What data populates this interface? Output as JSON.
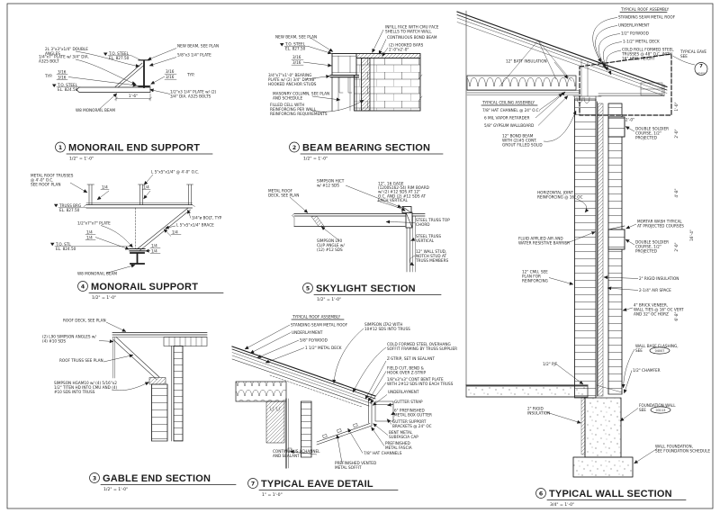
{
  "sheet": {
    "bg": "#ffffff",
    "ink": "#1d1d1d"
  },
  "d1": {
    "num": "1",
    "title": "MONORAIL END SUPPORT",
    "scale": "1/2\" = 1'-0\"",
    "angles": "2L 3\"x3\"x1/4\" DOUBLE\nANGLES",
    "plate_bolt": "1/4\"x7\" PLATE w/ 3/4\" DIA.\nA325 BOLT",
    "typ_l": "TYP.",
    "weld_a": "3/16",
    "weld_b": "3/16",
    "tos_hi": "T.O. STEEL\nEL. 827.50",
    "tos_lo": "T.O. STEEL\nEL. 824.50",
    "new_beam": "NEW BEAM, SEE PLAN",
    "plate_top": "5/8\"x3 1/4\" PLATE",
    "weld_c": "3/16",
    "weld_d": "3/16",
    "typ_r": "TYP.",
    "plate_bolts": "1/2\"x3 1/4\" PLATE w/ (2)\n3/4\" DIA. A325 BOLTS",
    "monorail": "W8 MONORAIL BEAM",
    "dim": "1'-6\""
  },
  "d2": {
    "num": "2",
    "title": "BEAM BEARING SECTION",
    "scale": "1/2\" = 1'-0\"",
    "new_beam": "NEW BEAM, SEE PLAN",
    "tos": "T.O. STEEL\nEL. 827.50",
    "weld_a": "3/16",
    "weld_b": "3/16",
    "brg_plate": "3/4\"x7\"x1'-0\" BEARING\nPLATE w/ (2) 3/4\" DIA.x8\"\nHOOKED ANCHOR STUDS",
    "column": "MASONRY COLUMN, SEE PLAN\nAND SCHEDULE",
    "filled_cell": "FILLED CELL WITH\nREINFORCING PER WALL\nREINFORCING REQUIREMENTS",
    "infill": "INFILL FACE WITH CMU FACE\nSHELLS TO MATCH WALL",
    "bond_beam": "CONTINUOUS BOND BEAM",
    "hooked_bars": "(2) HOOKED BARS\n2'-0\"x2'-0\""
  },
  "d4": {
    "num": "4",
    "title": "MONORAIL SUPPORT",
    "scale": "1/2\" = 1'-0\"",
    "trusses": "METAL ROOF TRUSSES\n@ 4'-0\" O.C.\nSEE ROOF PLAN",
    "angle_oc": "L 5\"x5\"x1/4\" @ 4'-0\" O.C.",
    "truss_brg": "TRUSS BRG\nEL. 827.50",
    "bolt": "3/4\"ø BOLT, TYP",
    "brace": "L 5\"x5\"x1/4\" BRACE",
    "plate": "1/2\"x7\"x7\" PLATE",
    "weld_a": "1/4",
    "weld_b": "1/4",
    "weld_c": "1/4",
    "weld_d": "1/4",
    "weld_e": "1/4",
    "weld_f": "1/4",
    "weld_g": "1/4",
    "tos": "T.O. STL\nEL. 824.50",
    "monorail": "W8 MONORAIL BEAM"
  },
  "d5": {
    "num": "5",
    "title": "SKYLIGHT SECTION",
    "scale": "1/2\" = 1'-0\"",
    "hjct": "SIMPSON HJCT\nw/ #12 SDS",
    "deck": "METAL ROOF\nDECK, SEE PLAN",
    "rim": "12\", 16 GAGE\n(1200S162-54) RIM BOARD\nw/ (2) #12 SDS AT 12\"\nO.C. AND (2) #12 SDS AT\nEACH VERTICAL",
    "top_chord": "STEEL TRUSS TOP\nCHORD",
    "vertical": "STEEL TRUSS\nVERTICAL",
    "stud": "12\" WALL STUD,\nNOTCH STUD AT\nTRUSS MEMBERS",
    "clip": "SIMPSON L90\nCLIP ANGLE w/\n(12) #12 SDS"
  },
  "d3": {
    "num": "3",
    "title": "GABLE END SECTION",
    "scale": "1/2\" = 1'-0\"",
    "deck": "ROOF DECK, SEE PLAN",
    "angles": "(2) L90 SIMPSON ANGLES w/\n(4) #10 SDS",
    "truss": "ROOF TRUSS SEE PLAN",
    "hgam": "SIMPSON HGAM10 w/ (4) 5/16\"x2\n1/2\" TITEN HD INTO CMU AND (4)\n#10 SDS INTO TRUSS"
  },
  "d7": {
    "num": "7",
    "title": "TYPICAL EAVE DETAIL",
    "scale": "1\" = 1'-0\"",
    "assembly_hdr": "TYPICAL ROOF ASSEMBLY",
    "ssmr": "STANDING SEAM METAL ROOF",
    "underlayment1": "UNDERLAYMENT",
    "plywood": "5/8\" PLYWOOD",
    "deck": "1 1/2\" METAL DECK",
    "lta2": "SIMPSON LTA2 WITH\n10#12 SDS INTO TRUSS",
    "soffit_framing": "COLD FORMED STEEL OVERHANG\nSOFFIT FRAMING BY TRUSS SUPPLIER",
    "zstrip": "Z-STRIP, SET IN SEALANT",
    "field_cut": "FIELD CUT, BEND &\nHOOK OVER Z-STRIP",
    "bent_plate": "1/8\"x3\"x3\" CONT BENT PLATE\nWITH 2#12 SDS INTO EACH TRUSS",
    "underlayment2": "UNDERLAYMENT",
    "gutter_strap": "GUTTER STRAP",
    "gutter": "6\" PREFINISHED\nMETAL BOX GUTTER",
    "brackets": "GUTTER SUPPORT\nBRACKETS @ 24\" OC",
    "subfascia": "BENT METAL\nSUBFASCIA CAP",
    "fascia": "PREFINISHED\nMETAL FASCIA",
    "hat": "7/8\" HAT CHANNELS",
    "soffit": "PREFINISHED VENTED\nMETAL SOFFIT",
    "jchannel": "CONTINUOUS J-CHANNEL\nAND SEALANT"
  },
  "d6": {
    "num": "6",
    "title": "TYPICAL WALL SECTION",
    "scale": "3/4\" = 1'-0\"",
    "roof_hdr": "TYPICAL ROOF ASSEMBLY",
    "ssmr": "STANDING SEAM METAL ROOF",
    "underlayment": "UNDERLAYMENT",
    "plywood": "1/2\" PLYWOOD",
    "deck": "1-1/2\" METAL DECK",
    "trusses": "COLD ROLL FORMED STEEL\nTRUSSES @ 48\" O.C. WITH\n16\" HEEL HEIGHT",
    "eave_label": "TYPICAL EAVE\nSEE",
    "eave_num": "7",
    "eave_sheet": "AE401",
    "batt": "12\" BATT INSULATION",
    "ceiling_hdr": "TYPICAL CEILING ASSEMBLY",
    "hat": "7/8\" HAT CHANNEL @ 24\" O.C.",
    "vapor": "6 MIL VAPOR RETARDER",
    "gwb": "5/8\" GYPSUM WALLBOARD",
    "bond_beam": "12\" BOND BEAM\nWITH (2)#5 CONT.\nGROUT FILLED SOLID",
    "soldier1": "DOUBLE SOLDIER\nCOURSE, 1/2\"\nPROJECTED",
    "joint_reinf": "HORIZONTAL JOINT\nREINFORCING @ 16\" OC",
    "mortar": "MORTAR WASH TYPICAL\nAT PROJECTED COURSES",
    "soldier2": "DOUBLE SOLDIER\nCOURSE, 1/2\"\nPROJECTED",
    "barrier": "FLUID APPLIED AIR AND\nWATER RESISTIVE BARRIER",
    "cmu": "12\" CMU, SEE\nPLAN FOR\nREINFORCING",
    "rigid1": "2\" RIGID INSULATION",
    "air": "2-1/4\" AIR SPACE",
    "brick": "4\" BRICK VENEER,\nWALL TIES @ 16\" OC VERT\nAND 32\" OC HORZ",
    "flashing": "WALL BASE FLASHING,\nSEE",
    "flashing_ref": "04007",
    "pjf": "1/2\" PJF",
    "chamfer": "1/2\" CHAMFER",
    "rigid2": "2\" RIGID\nINSULATION",
    "fdn_wall": "FOUNDATION WALL\nSEE",
    "fdn_ref": "03113",
    "wall_fdn": "WALL FOUNDATION,\nSEE FOUNDATION SCHEDULE",
    "dim_h": "2'-0\"",
    "dim_v1": "1'-0\"",
    "dim_v2": "2'-0\"",
    "dim_v3": "4'-8\"",
    "dim_v4": "2'-0\"",
    "dim_v5": "6'-8\"",
    "dim_total": "16'-4\""
  }
}
